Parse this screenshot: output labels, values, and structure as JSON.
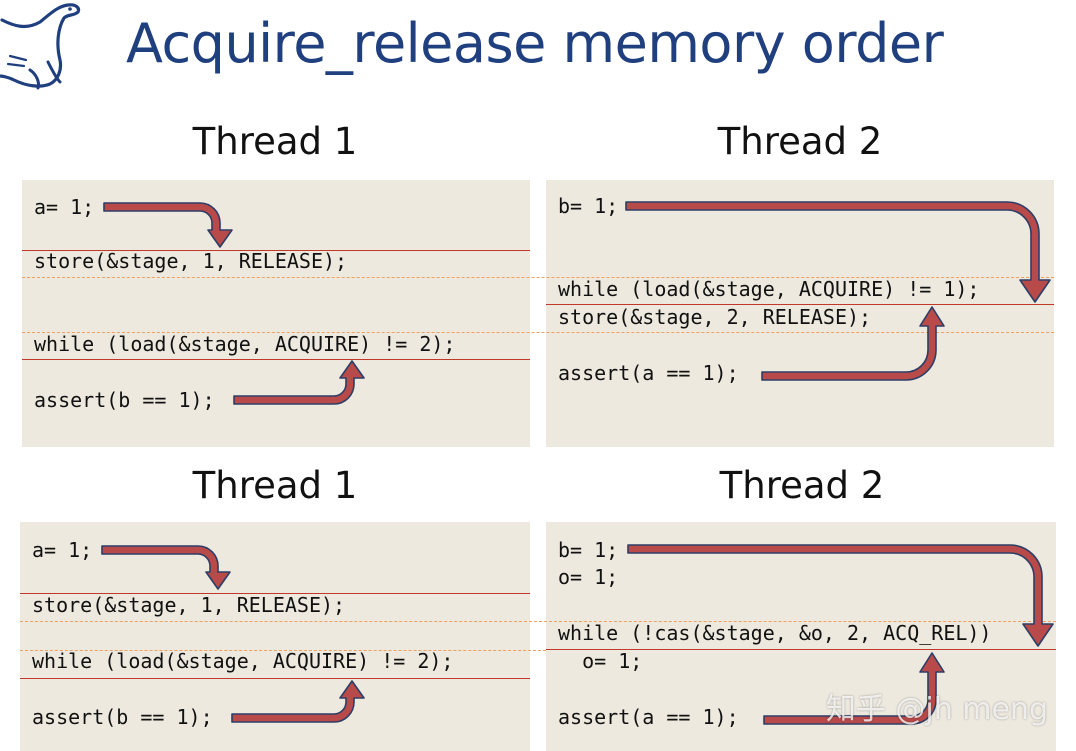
{
  "title": "Acquire_release memory order",
  "logo_icon": "seal-logo-icon",
  "colors": {
    "title": "#1f3f7f",
    "panel": "#ede9df",
    "arrow_fill": "#b84a4a",
    "arrow_stroke": "#2c3e66",
    "solid_line": "#c0392b",
    "dashed_line": "#f0a060"
  },
  "diagrams": [
    {
      "thread1": {
        "heading": "Thread 1",
        "lines": [
          "a= 1;",
          "store(&stage, 1, RELEASE);",
          "while (load(&stage, ACQUIRE) != 2);",
          "assert(b == 1);"
        ]
      },
      "thread2": {
        "heading": "Thread 2",
        "lines": [
          "b= 1;",
          "while (load(&stage, ACQUIRE) != 1);",
          "store(&stage, 2, RELEASE);",
          "assert(a == 1);"
        ]
      }
    },
    {
      "thread1": {
        "heading": "Thread 1",
        "lines": [
          "a= 1;",
          "store(&stage, 1, RELEASE);",
          "while (load(&stage, ACQUIRE) != 2);",
          "assert(b == 1);"
        ]
      },
      "thread2": {
        "heading": "Thread 2",
        "lines": [
          "b= 1;",
          "o= 1;",
          "while (!cas(&stage, &o, 2, ACQ_REL))",
          "  o= 1;",
          "assert(a == 1);"
        ]
      }
    }
  ],
  "watermark": "知乎 @jh meng"
}
